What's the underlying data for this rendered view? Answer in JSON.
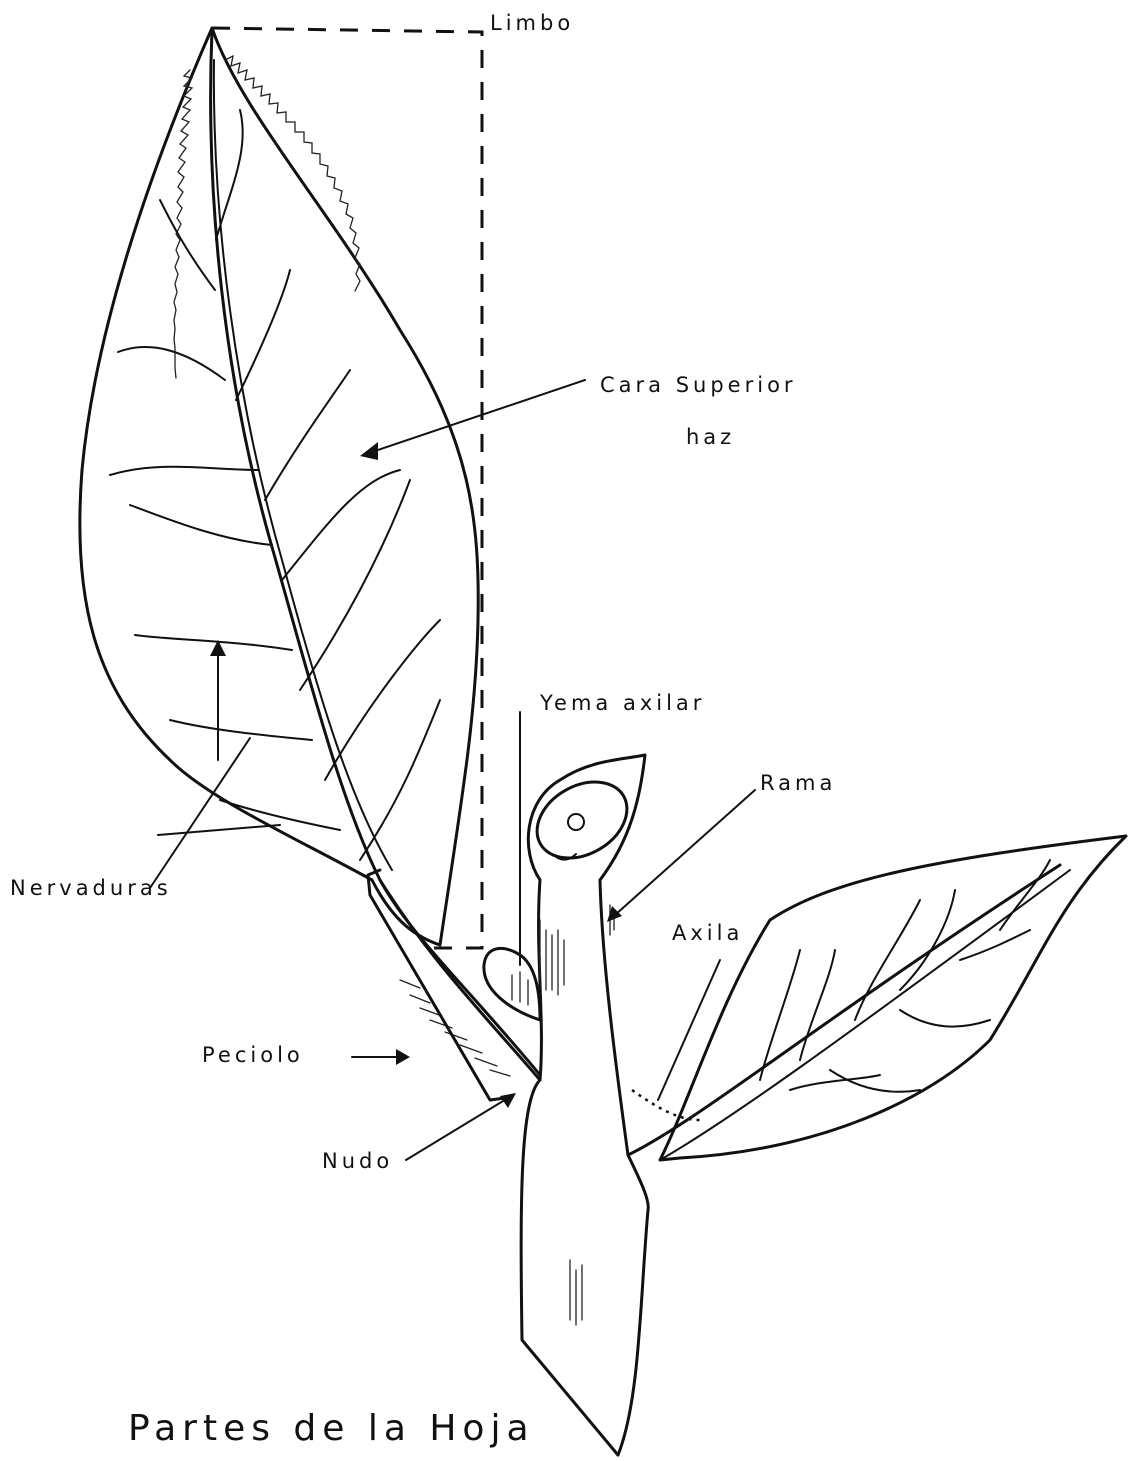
{
  "diagram": {
    "title": "Partes de la Hoja",
    "labels": {
      "limbo": "Limbo",
      "cara_superior": "Cara Superior",
      "haz": "haz",
      "yema_axilar": "Yema axilar",
      "rama": "Rama",
      "axila": "Axila",
      "nervaduras": "Nervaduras",
      "peciolo": "Peciolo",
      "nudo": "Nudo"
    },
    "style": {
      "ink_color": "#111111",
      "paper_color": "#ffffff"
    }
  }
}
